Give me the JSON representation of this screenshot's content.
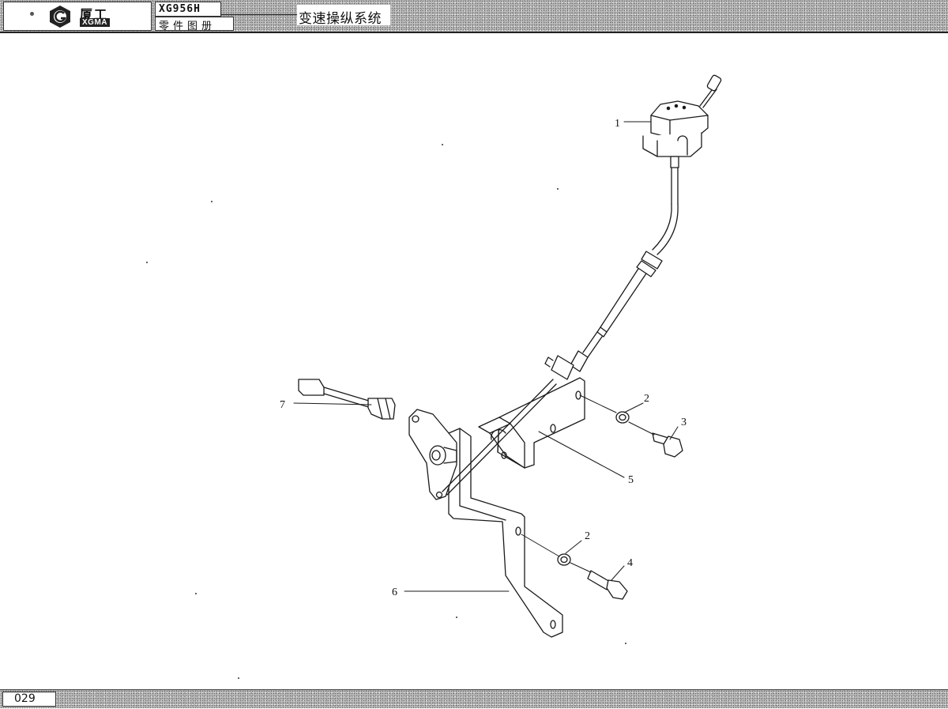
{
  "header": {
    "logo_cn": "厦工",
    "logo_en": "XGMA",
    "model": "XG956H",
    "doc_type": "零件图册",
    "system_title": "变速操纵系统"
  },
  "footer": {
    "page_number": "029"
  },
  "drawing": {
    "callouts": [
      "1",
      "2",
      "3",
      "4",
      "5",
      "6",
      "7",
      "2"
    ]
  },
  "icons": {
    "logo": "xgma-logo-icon"
  },
  "colors": {
    "line": "#1a1a1a",
    "background": "#ffffff",
    "stipple": "#b9b9b9"
  }
}
